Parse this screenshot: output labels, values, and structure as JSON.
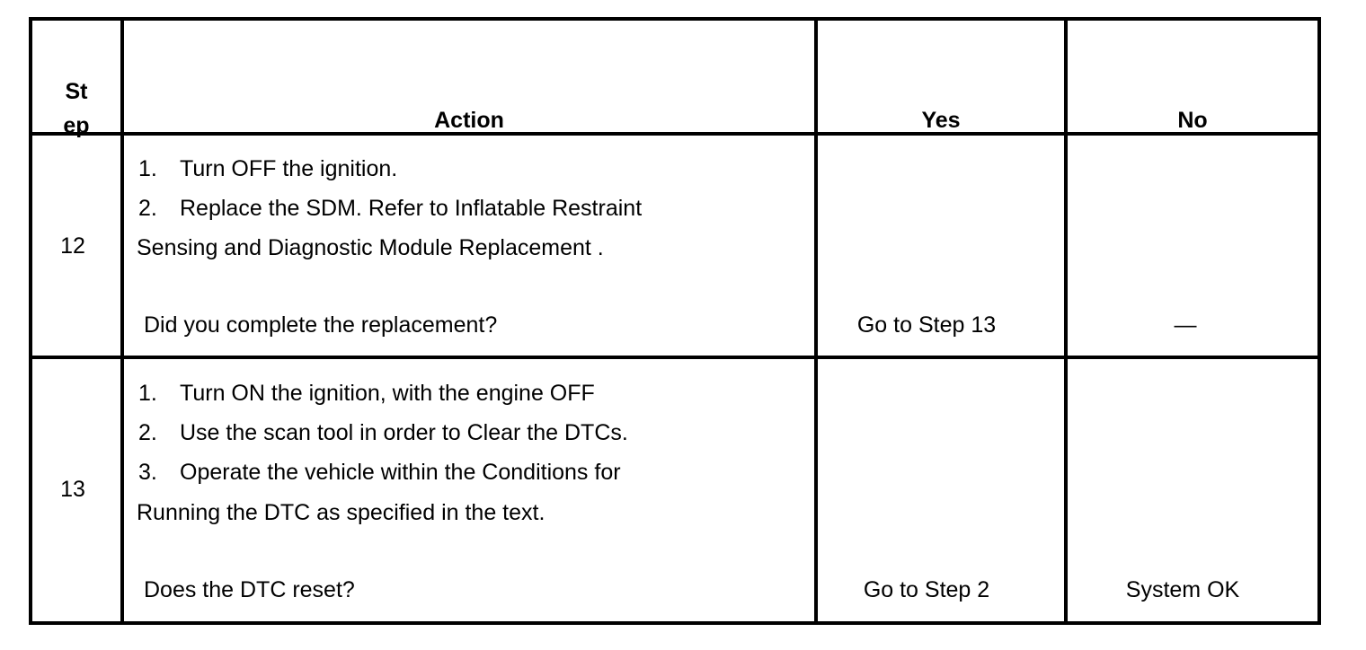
{
  "table": {
    "headers": {
      "step": "St\nep",
      "step_line1": "St",
      "step_line2": "ep",
      "action": "Action",
      "yes": "Yes",
      "no": "No"
    },
    "rows": [
      {
        "step": "12",
        "actions": [
          {
            "num": "1.",
            "text": "Turn OFF the ignition."
          },
          {
            "num": "2.",
            "text": "Replace the SDM. Refer to Inflatable Restraint"
          }
        ],
        "continuation": "Sensing and Diagnostic Module Replacement .",
        "question": "Did you complete the replacement?",
        "yes": "Go to Step 13",
        "no": "—"
      },
      {
        "step": "13",
        "actions": [
          {
            "num": "1.",
            "text": "Turn ON the ignition, with the engine OFF"
          },
          {
            "num": "2.",
            "text": "Use the scan tool in order to Clear the DTCs."
          },
          {
            "num": "3.",
            "text": "Operate the vehicle within the Conditions for"
          }
        ],
        "continuation": "Running the DTC as specified in the text.",
        "question": "Does the DTC reset?",
        "yes": "Go to Step 2",
        "no": "System OK"
      }
    ]
  }
}
